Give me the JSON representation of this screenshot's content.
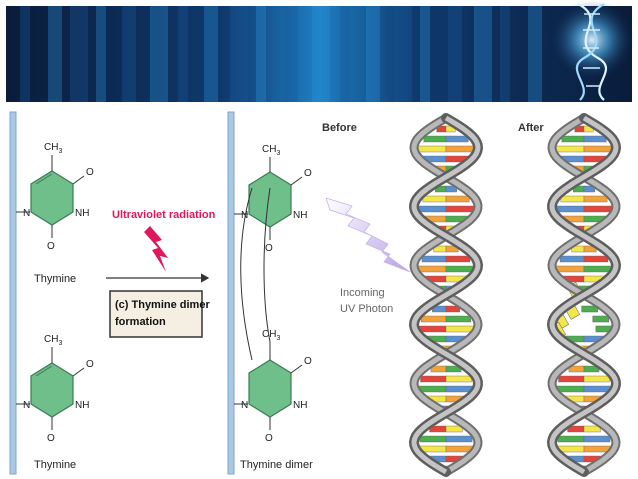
{
  "diagram": {
    "molecules": {
      "ch3": "CH",
      "ch3_sub": "3",
      "o": "O",
      "nh": "NH",
      "n": "N",
      "top_caption": "Thymine",
      "bottom_caption": "Thymine",
      "dimer_caption": "Thymine dimer"
    },
    "reaction": {
      "uv_label": "Ultraviolet radiation",
      "box_line1": "(c) Thymine dimer",
      "box_line2": "formation"
    },
    "dna": {
      "before_label": "Before",
      "after_label": "After",
      "photon_line1": "Incoming",
      "photon_line2": "UV Photon"
    }
  },
  "colors": {
    "ring_fill": "#6fbf8a",
    "ring_stroke": "#3b7a52",
    "backbone": "#a9c8e3",
    "uv_label": "#e0185a",
    "base_red": "#e2453c",
    "base_green": "#4cae4c",
    "base_yellow": "#f2e64a",
    "base_blue": "#5a8fd0",
    "base_orange": "#f2a23a",
    "helix": "#8a8a8a"
  }
}
